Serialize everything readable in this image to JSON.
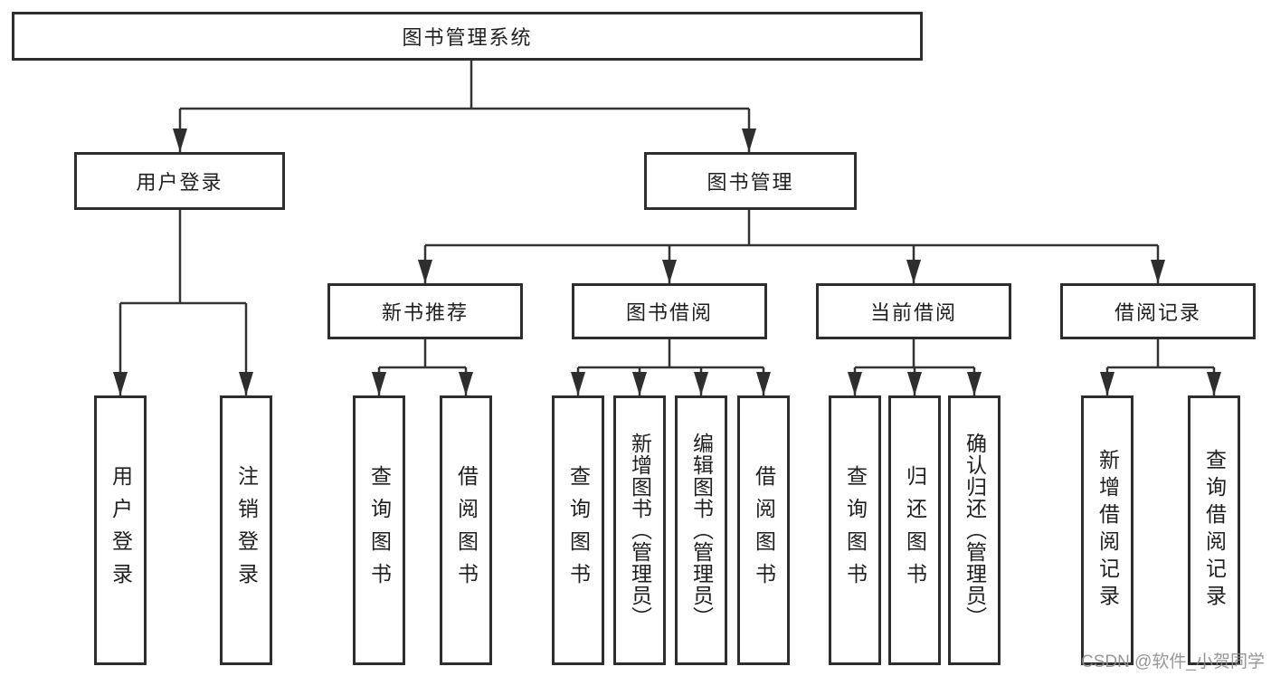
{
  "nodes": {
    "root": "图书管理系统",
    "level2": [
      "用户登录",
      "图书管理"
    ],
    "level3": [
      "新书推荐",
      "图书借阅",
      "当前借阅",
      "借阅记录"
    ],
    "leaves": {
      "login": [
        "用户登录",
        "注销登录"
      ],
      "newbook": [
        "查询图书",
        "借阅图书"
      ],
      "borrow": [
        "查询图书",
        "新增图书（管理员）",
        "编辑图书（管理员）",
        "借阅图书"
      ],
      "current": [
        "查询图书",
        "归还图书",
        "确认归还（管理员）"
      ],
      "records": [
        "新增借阅记录",
        "查询借阅记录"
      ]
    }
  },
  "watermark": "CSDN @软件_小贺同学",
  "colors": {
    "line": "#333333",
    "box_border": "#2e2e2e",
    "text": "#1f1f1f",
    "watermark": "#8c8c8c",
    "background": "#ffffff"
  }
}
